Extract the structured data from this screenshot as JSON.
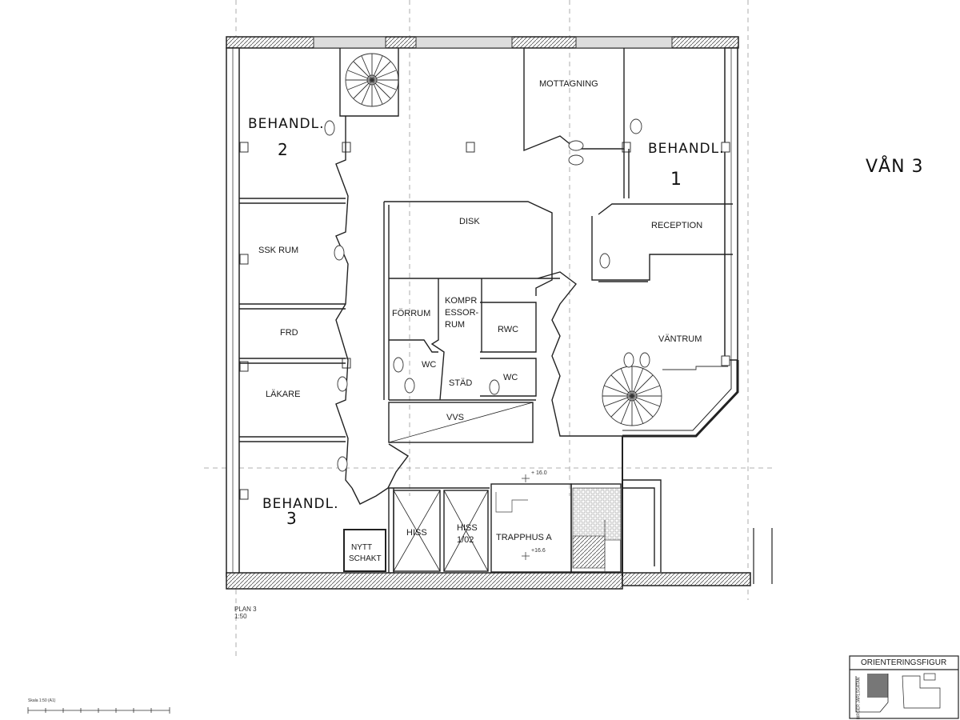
{
  "sheet": {
    "floor_label": "VÅN 3",
    "plan_title": "PLAN 3",
    "plan_scale": "1:50",
    "orientation_title": "ORIENTERINGSFIGUR",
    "orientation_side_text": "BIRGER JARLSGATAN",
    "scale_bar_caption": "Skala 1:50 (A1)"
  },
  "rooms": {
    "behandl_2": {
      "line1": "BEHANDL.",
      "line2": "2"
    },
    "behandl_1": {
      "line1": "BEHANDL.",
      "line2": "1"
    },
    "behandl_3": {
      "line1": "BEHANDL.",
      "line2": "3"
    },
    "mottagning": "MOTTAGNING",
    "disk": "DISK",
    "reception": "RECEPTION",
    "ssk_rum": "SSK RUM",
    "forrum": "FÖRRUM",
    "kompressorrum": [
      "KOMPR",
      "ESSOR-",
      "RUM"
    ],
    "rwc": "RWC",
    "frd": "FRD",
    "wc_left": "WC",
    "stad": "STÄD",
    "wc_right": "WC",
    "vantrum": "VÄNTRUM",
    "lakare": "LÄKARE",
    "vvs": "VVS",
    "hiss": "HISS",
    "hiss_2": [
      "HISS",
      "1/02"
    ],
    "trapphus": "TRAPPHUS A",
    "nytt_schakt": [
      "NYTT",
      "SCHAKT"
    ]
  },
  "level_marks": [
    "+ 16.0",
    "+16.6"
  ]
}
